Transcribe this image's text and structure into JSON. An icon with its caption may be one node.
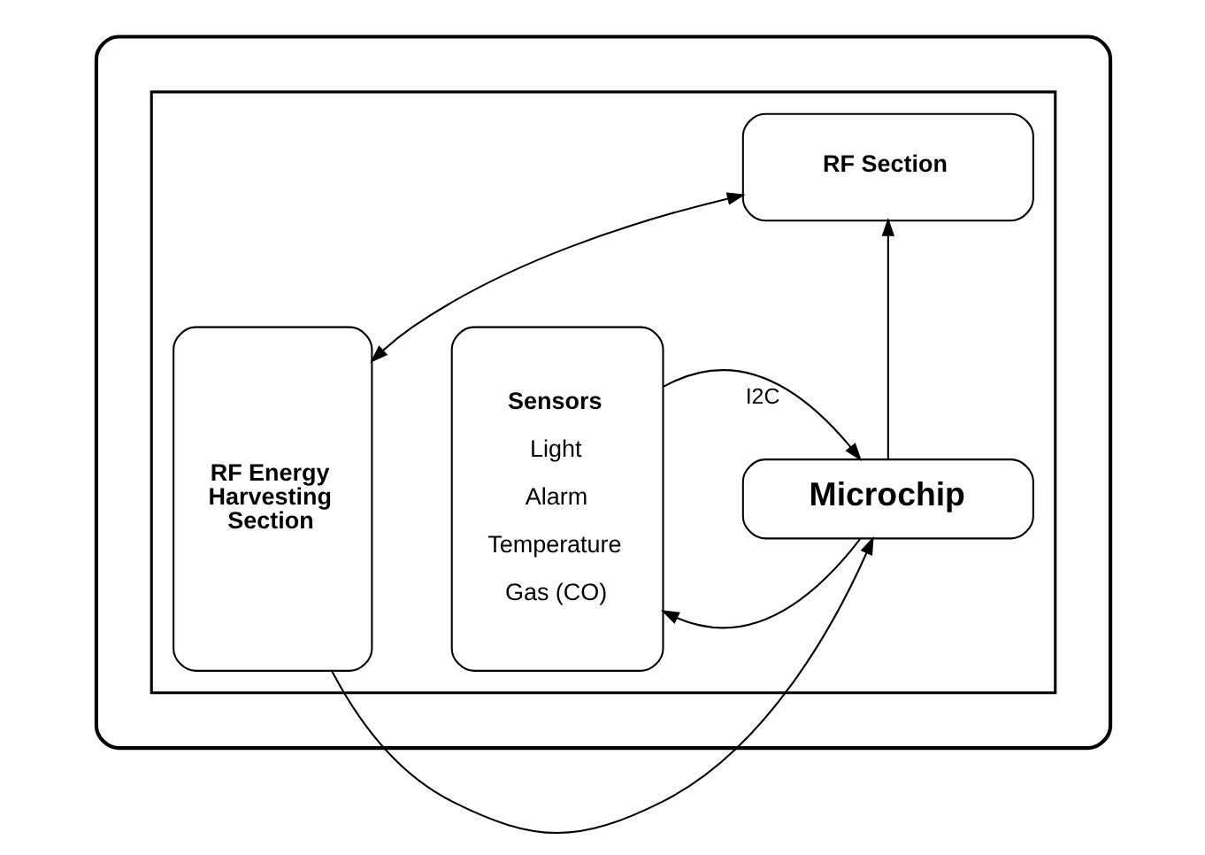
{
  "diagram": {
    "nodes": [
      {
        "text": [],
        "shape": "box"
      },
      {
        "text": [],
        "shape": "box",
        "in": 0
      },
      {
        "text": [
          "Sensors",
          "Light",
          "Alarm",
          "Temperature",
          "Gas (CO)"
        ],
        "in": 1
      },
      {
        "text": [
          "RF Section"
        ],
        "in": 1
      },
      {
        "text": [
          "RF Energy Harvesting Section"
        ],
        "in": 1
      },
      {
        "text": [
          "Microchip"
        ],
        "in": 1
      }
    ],
    "edges": [
      {
        "from": 2,
        "to": 5,
        "arrow": "to",
        "label": "I2C"
      },
      {
        "from": 5,
        "to": 2,
        "arrow": "to"
      },
      {
        "from": 5,
        "to": 3,
        "arrow": "to"
      },
      {
        "from": 3,
        "to": 4,
        "arrow": "both"
      },
      {
        "from": 4,
        "to": 5,
        "arrow": "to"
      }
    ]
  }
}
